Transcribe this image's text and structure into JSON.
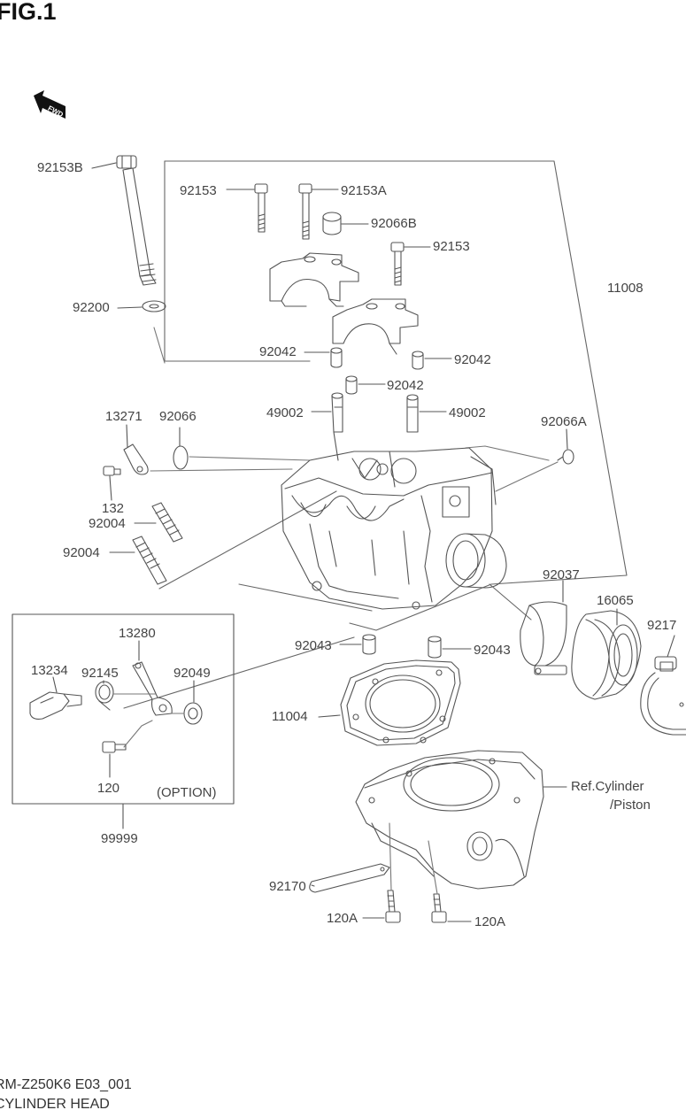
{
  "figure": {
    "title": "FIG.1",
    "direction_icon": "fwd-arrow-icon",
    "direction_text": "FWD"
  },
  "labels": {
    "p92153B": "92153B",
    "p92153": "92153",
    "p92153A": "92153A",
    "p92066B": "92066B",
    "p92153_r": "92153",
    "p11008": "11008",
    "p92200": "92200",
    "p92042_l": "92042",
    "p92042_r": "92042",
    "p92042_c": "92042",
    "p13271": "13271",
    "p92066": "92066",
    "p49002_l": "49002",
    "p49002_r": "49002",
    "p92066A": "92066A",
    "p132": "132",
    "p92004_a": "92004",
    "p92004_b": "92004",
    "p13280": "13280",
    "p13234": "13234",
    "p92145": "92145",
    "p92049": "92049",
    "p120": "120",
    "option": "(OPTION)",
    "p99999": "99999",
    "p92037": "92037",
    "p16065": "16065",
    "p9217": "9217",
    "p92043_l": "92043",
    "p92043_r": "92043",
    "p11004": "11004",
    "ref_line1": "Ref.Cylinder",
    "ref_line2": "/Piston",
    "p92170": "92170",
    "p120A_l": "120A",
    "p120A_r": "120A"
  },
  "footer": {
    "code": "RM-Z250K6 E03_001",
    "caption": "CYLINDER HEAD"
  }
}
